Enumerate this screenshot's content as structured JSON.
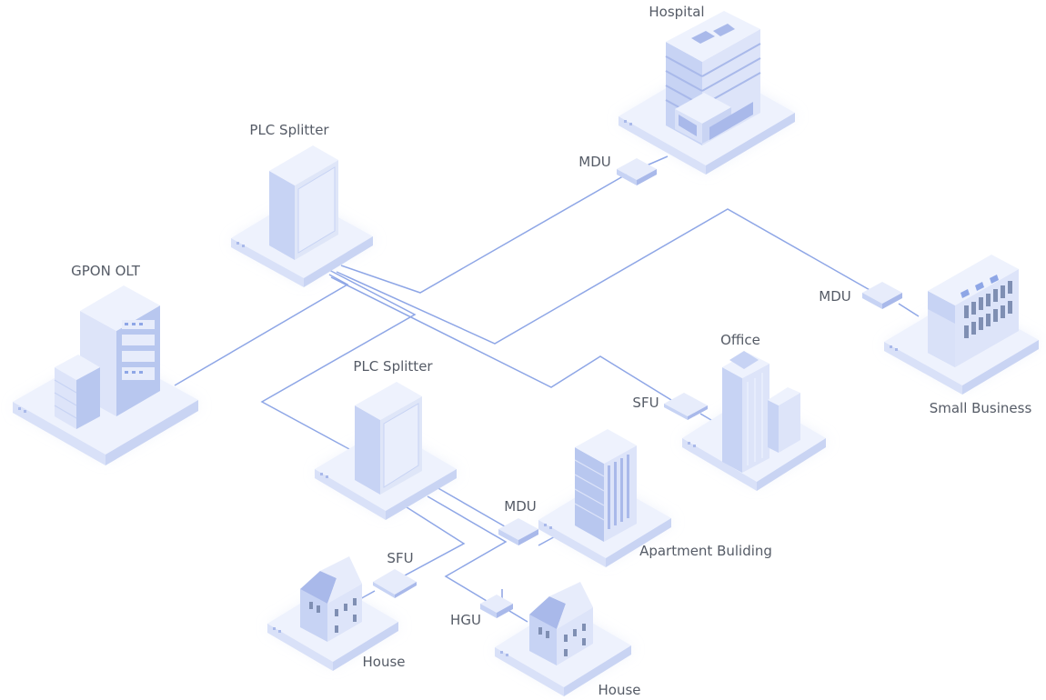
{
  "nodes": {
    "hospital": {
      "label": "Hospital"
    },
    "plc_top": {
      "label": "PLC Splitter"
    },
    "mdu_hospital": {
      "label": "MDU"
    },
    "gpon_olt": {
      "label": "GPON OLT"
    },
    "mdu_business": {
      "label": "MDU"
    },
    "office": {
      "label": "Office"
    },
    "plc_bottom": {
      "label": "PLC Splitter"
    },
    "small_business": {
      "label": "Small Business"
    },
    "sfu_office": {
      "label": "SFU"
    },
    "mdu_apartment": {
      "label": "MDU"
    },
    "apartment": {
      "label": "Apartment Buliding"
    },
    "sfu_house": {
      "label": "SFU"
    },
    "hgu": {
      "label": "HGU"
    },
    "house_left": {
      "label": "House"
    },
    "house_right": {
      "label": "House"
    }
  },
  "colors": {
    "line": "#8ea6e6",
    "platform_top": "#eef2fd",
    "platform_left": "#d9e1f8",
    "platform_right": "#c9d4f3",
    "device_light": "#e7ecfb",
    "device_mid": "#c7d3f4",
    "device_dark": "#a9b9ea",
    "label_text": "#555b66"
  }
}
